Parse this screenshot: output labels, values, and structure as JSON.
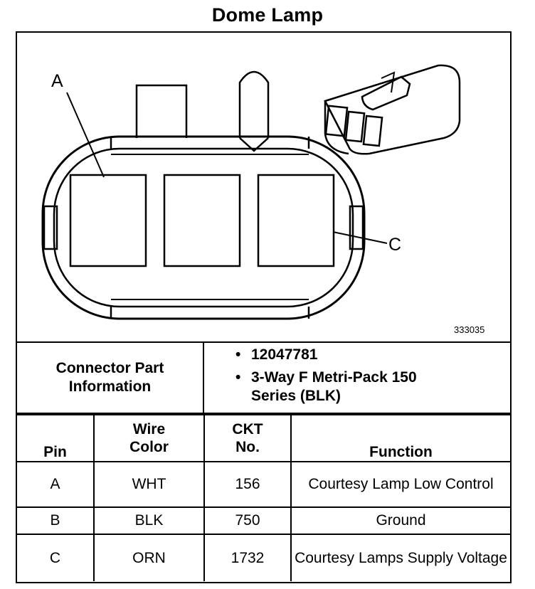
{
  "title": "Dome Lamp",
  "diagram": {
    "callouts": {
      "a": "A",
      "c": "C"
    },
    "figure_code": "333035"
  },
  "connector_info": {
    "label": "Connector Part Information",
    "bullet_symbol": "•",
    "items": [
      "12047781",
      "3-Way F Metri-Pack 150 Series (BLK)"
    ]
  },
  "table": {
    "headers": {
      "pin": "Pin",
      "wire_color_line1": "Wire",
      "wire_color_line2": "Color",
      "ckt_line1": "CKT",
      "ckt_line2": "No.",
      "function": "Function"
    },
    "rows": [
      {
        "pin": "A",
        "wire_color": "WHT",
        "ckt": "156",
        "function": "Courtesy Lamp Low Control"
      },
      {
        "pin": "B",
        "wire_color": "BLK",
        "ckt": "750",
        "function": "Ground"
      },
      {
        "pin": "C",
        "wire_color": "ORN",
        "ckt": "1732",
        "function": "Courtesy Lamps Supply Voltage"
      }
    ]
  }
}
